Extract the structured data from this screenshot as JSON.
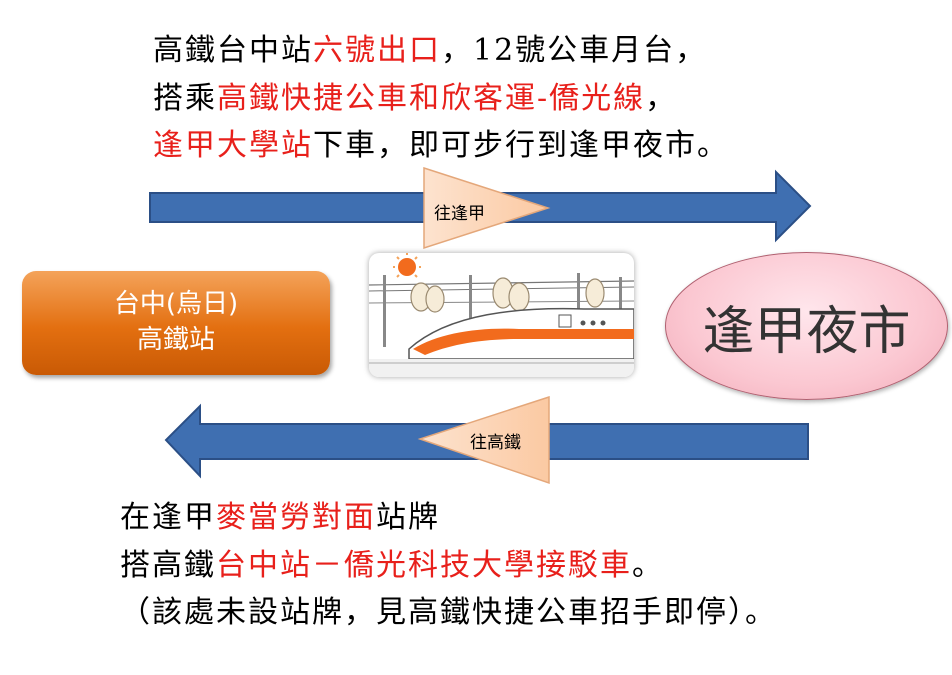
{
  "top_text": {
    "line1": [
      {
        "text": "高鐵台中站",
        "red": false
      },
      {
        "text": "六號出口",
        "red": true
      },
      {
        "text": "，12號公車月台，",
        "red": false
      }
    ],
    "line2": [
      {
        "text": "搭乘",
        "red": false
      },
      {
        "text": "高鐵快捷公車和欣客運-僑光線",
        "red": true
      },
      {
        "text": "，",
        "red": false
      }
    ],
    "line3": [
      {
        "text": "逢甲大學站",
        "red": true
      },
      {
        "text": "下車，即可步行到逢甲夜市。",
        "red": false
      }
    ]
  },
  "arrows": {
    "up_label": "往逢甲",
    "down_label": "往高鐵",
    "up_color": "#3f6fb1",
    "label_fill": "#fcd5b5"
  },
  "station": {
    "line1": "台中(烏日)",
    "line2": "高鐵站",
    "color": "#e36f10"
  },
  "destination": {
    "label": "逢甲夜市",
    "color": "#fbc7d1"
  },
  "train_image": {
    "icon": "high-speed-train-illustration"
  },
  "bottom_text": {
    "line1": [
      {
        "text": "在逢甲",
        "red": false
      },
      {
        "text": "麥當勞對面",
        "red": true
      },
      {
        "text": "站牌",
        "red": false
      }
    ],
    "line2": [
      {
        "text": "搭高鐵",
        "red": false
      },
      {
        "text": "台中站－僑光科技大學接駁車",
        "red": true
      },
      {
        "text": "。",
        "red": false
      }
    ],
    "line3": [
      {
        "text": "（該處未設站牌，見高鐵快捷公車招手即停）。",
        "red": false
      }
    ]
  }
}
